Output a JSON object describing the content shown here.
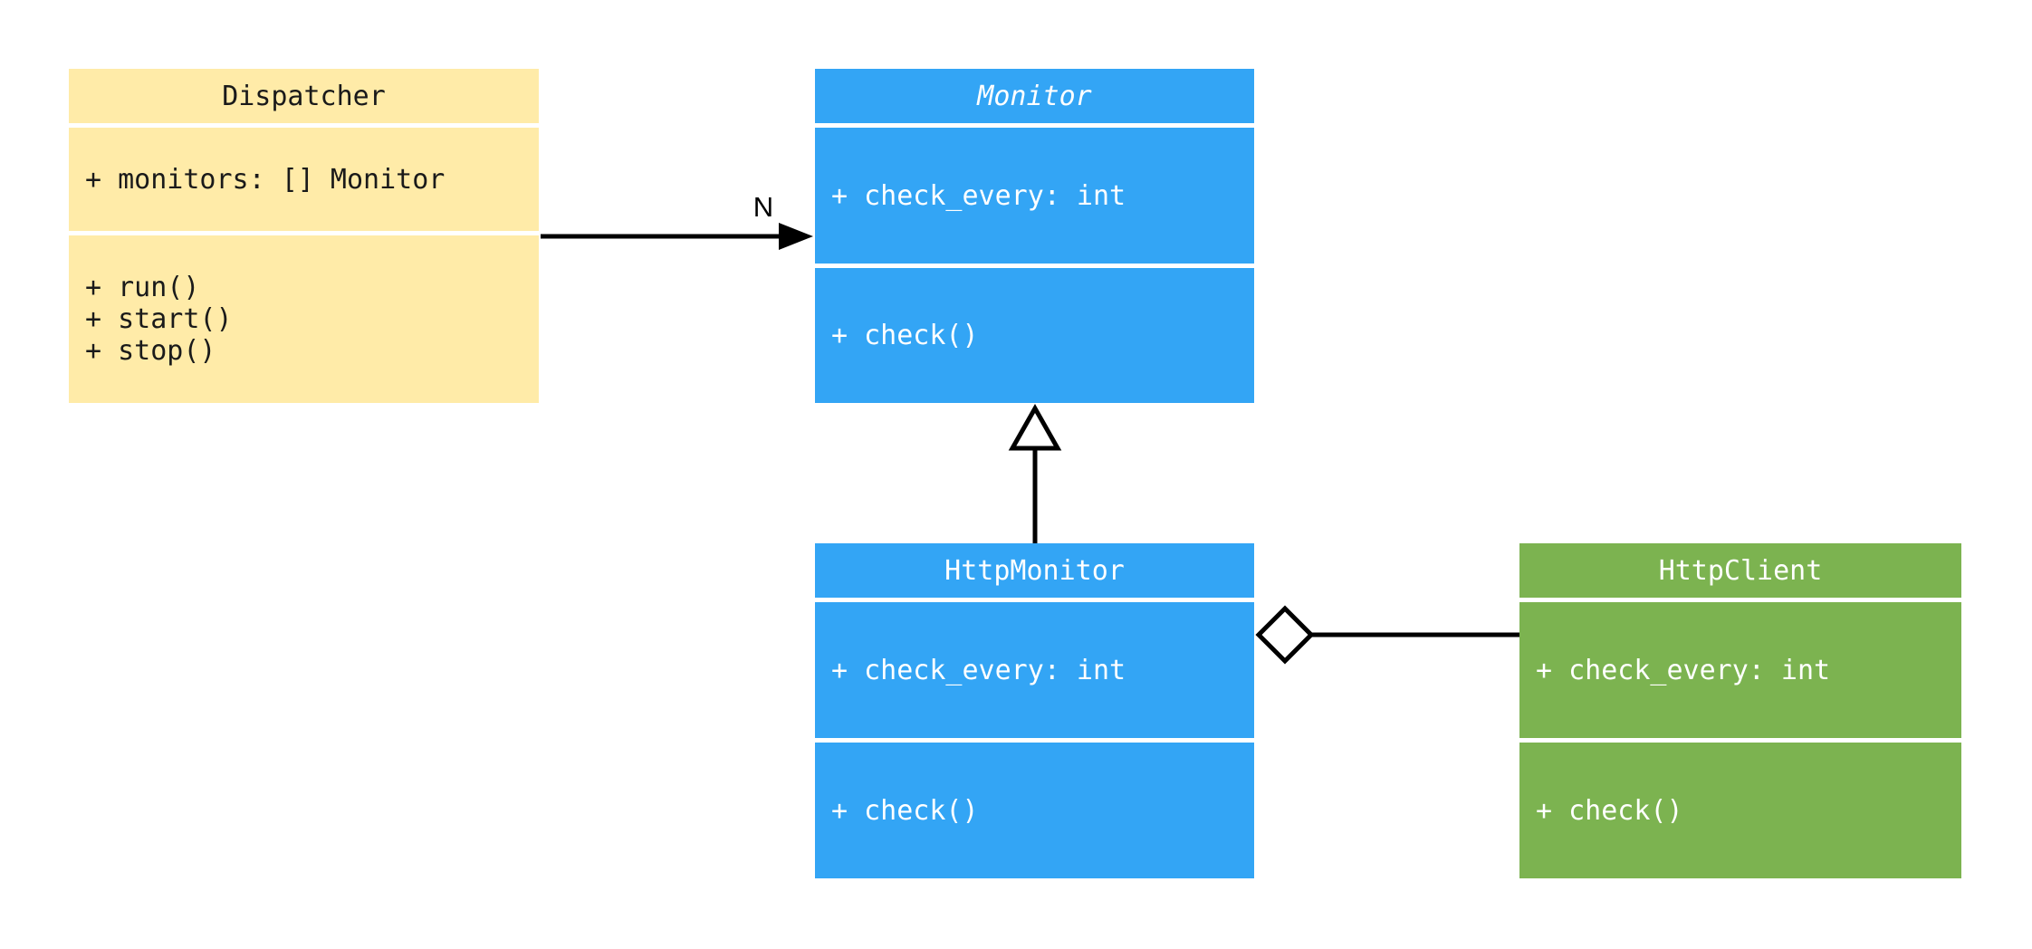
{
  "diagram": {
    "background_color": "#FFFFFF",
    "line_color": "#000000",
    "classes": {
      "dispatcher": {
        "title": "Dispatcher",
        "abstract": false,
        "fill": "#FFEBA8",
        "text_color": "#1A1A1A",
        "attributes": [
          "+ monitors: [] Monitor"
        ],
        "methods": [
          "+ run()",
          "+ start()",
          "+ stop()"
        ]
      },
      "monitor": {
        "title": "Monitor",
        "abstract": true,
        "fill": "#33A5F5",
        "text_color": "#FFFFFF",
        "attributes": [
          "+ check_every: int"
        ],
        "methods": [
          "+ check()"
        ]
      },
      "http_monitor": {
        "title": "HttpMonitor",
        "abstract": false,
        "fill": "#33A5F5",
        "text_color": "#FFFFFF",
        "attributes": [
          "+ check_every: int"
        ],
        "methods": [
          "+ check()"
        ]
      },
      "http_client": {
        "title": "HttpClient",
        "abstract": false,
        "fill": "#7CB350",
        "text_color": "#FFFFFF",
        "attributes": [
          "+ check_every: int"
        ],
        "methods": [
          "+ check()"
        ]
      }
    },
    "relationships": {
      "dispatcher_to_monitor": {
        "type": "directed-association",
        "from": "Dispatcher",
        "to": "Monitor",
        "multiplicity_label": "N"
      },
      "http_monitor_to_monitor": {
        "type": "inheritance",
        "from": "HttpMonitor",
        "to": "Monitor"
      },
      "http_monitor_to_http_client": {
        "type": "aggregation",
        "from": "HttpMonitor",
        "to": "HttpClient"
      }
    }
  }
}
